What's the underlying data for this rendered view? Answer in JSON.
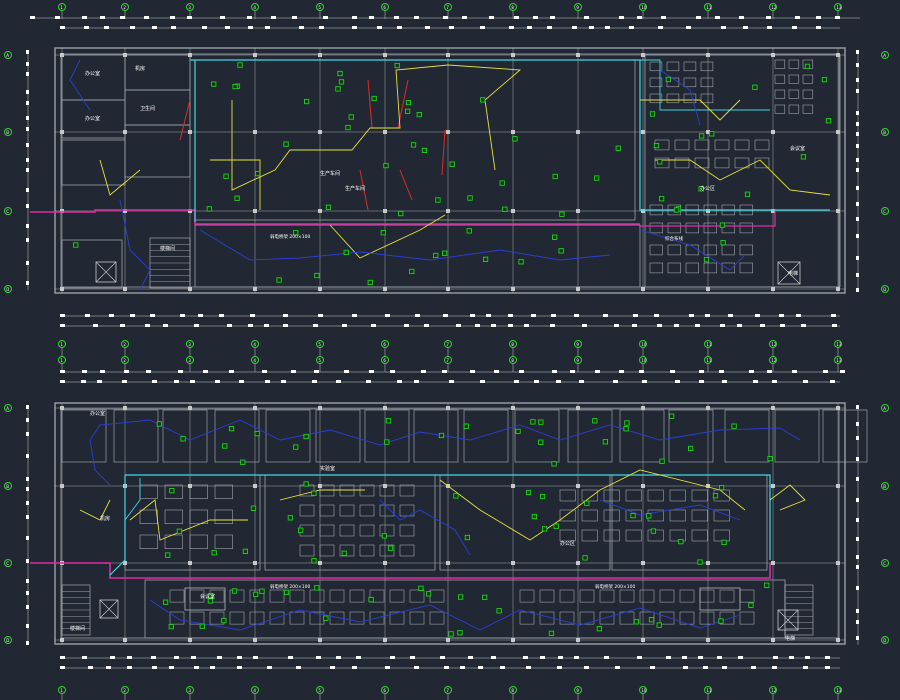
{
  "drawing": {
    "background": "#222833",
    "colors": {
      "wall": "#9aa0a8",
      "grid": "#c8c8c8",
      "axis_bubble": "#2bd92b",
      "device": "#22e022",
      "cable_yellow": "#e6e23a",
      "cable_blue": "#2a3fd6",
      "trunk_cyan": "#3fd6e6",
      "trunk_magenta": "#e02aa8",
      "cable_red": "#e02a2a",
      "text_white": "#ffffff"
    },
    "icon_names": [
      "axis-bubble-icon",
      "network-outlet-icon",
      "staircase-icon",
      "elevator-icon"
    ]
  },
  "axes": {
    "columns": [
      "1",
      "2",
      "3",
      "4",
      "5",
      "6",
      "7",
      "8",
      "9",
      "10",
      "11",
      "12",
      "13"
    ],
    "rows": [
      "A",
      "B",
      "C",
      "D"
    ]
  },
  "plans": [
    {
      "id": "upper",
      "room_labels": [
        "办公室",
        "办公室",
        "机房",
        "卫生间",
        "楼梯间",
        "生产车间",
        "生产车间",
        "办公区",
        "会议室",
        "电梯"
      ],
      "annotations": [
        "弱电桥架 200×100",
        "综合布线"
      ]
    },
    {
      "id": "lower",
      "room_labels": [
        "办公室",
        "实验室",
        "机房",
        "办公区",
        "会议室",
        "楼梯间",
        "电梯"
      ],
      "annotations": [
        "弱电桥架 200×100",
        "弱电桥架 200×100"
      ]
    }
  ]
}
